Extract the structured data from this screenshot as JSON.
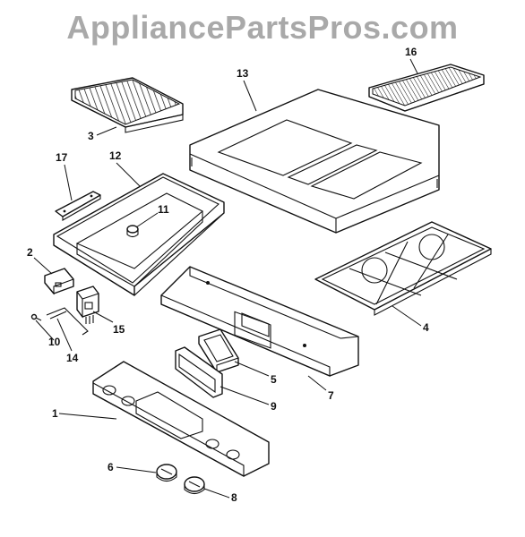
{
  "watermark": "AppliancePartsPros.com",
  "callouts": {
    "p1": "1",
    "p2": "2",
    "p3": "3",
    "p4": "4",
    "p5": "5",
    "p6": "6",
    "p7": "7",
    "p8": "8",
    "p9": "9",
    "p10": "10",
    "p11": "11",
    "p12": "12",
    "p13": "13",
    "p14": "14",
    "p15": "15",
    "p16": "16",
    "p17": "17"
  }
}
